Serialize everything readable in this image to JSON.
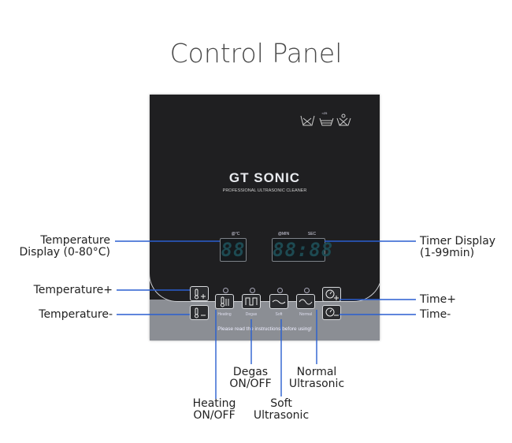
{
  "title": "Control Panel",
  "panel": {
    "brand": "GT SONIC",
    "subtitle": "PROFESSIONAL ULTRASONIC CLEANER",
    "temp_unit": "@°C",
    "min_label": "@MIN",
    "sec_label": "SEC",
    "temp_display": "88",
    "timer_display": "88:88",
    "wash_temp_symbol": "≈25",
    "buttons": {
      "heating": "Heating",
      "degas": "Degas",
      "soft": "Soft",
      "normal": "Normal"
    },
    "notice": "Please read the instructions before using!"
  },
  "callouts": {
    "temp_display": [
      "Temperature",
      "Display (0-80°C)"
    ],
    "timer_display": [
      "Timer Display",
      "(1-99min)"
    ],
    "temp_plus": "Temperature+",
    "temp_minus": "Temperature-",
    "time_plus": "Time+",
    "time_minus": "Time-",
    "heating": [
      "Heating",
      "ON/OFF"
    ],
    "degas": [
      "Degas",
      "ON/OFF"
    ],
    "soft": [
      "Soft",
      "Ultrasonic"
    ],
    "normal": [
      "Normal",
      "Ultrasonic"
    ]
  },
  "colors": {
    "leader": "#2a5fd0",
    "panel": "#1f1f21",
    "panel_bottom": "#8b8e94"
  }
}
